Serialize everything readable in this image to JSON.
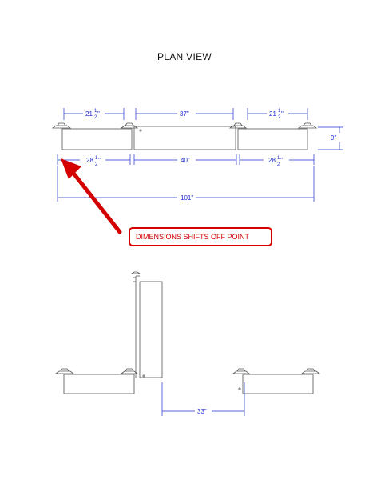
{
  "drawing": {
    "title": "PLAN VIEW",
    "line_color": "#555555",
    "dimension_color": "#1f2bd1",
    "callout_color": "#d40000",
    "top_view": {
      "dims_upper": [
        {
          "whole": "21",
          "num": "1",
          "den": "2",
          "unit": "\""
        },
        {
          "text": "37\""
        },
        {
          "whole": "21",
          "num": "1",
          "den": "2",
          "unit": "\""
        }
      ],
      "dims_lower": [
        {
          "whole": "28",
          "num": "1",
          "den": "2",
          "unit": "\""
        },
        {
          "text": "40\""
        },
        {
          "whole": "28",
          "num": "1",
          "den": "2",
          "unit": "\""
        }
      ],
      "height_dim": "9\"",
      "overall_dim": "101\""
    },
    "callout": {
      "text": "DIMENSIONS SHIFTS OFF POINT"
    },
    "bottom_view": {
      "gap_dim": "33\""
    }
  }
}
